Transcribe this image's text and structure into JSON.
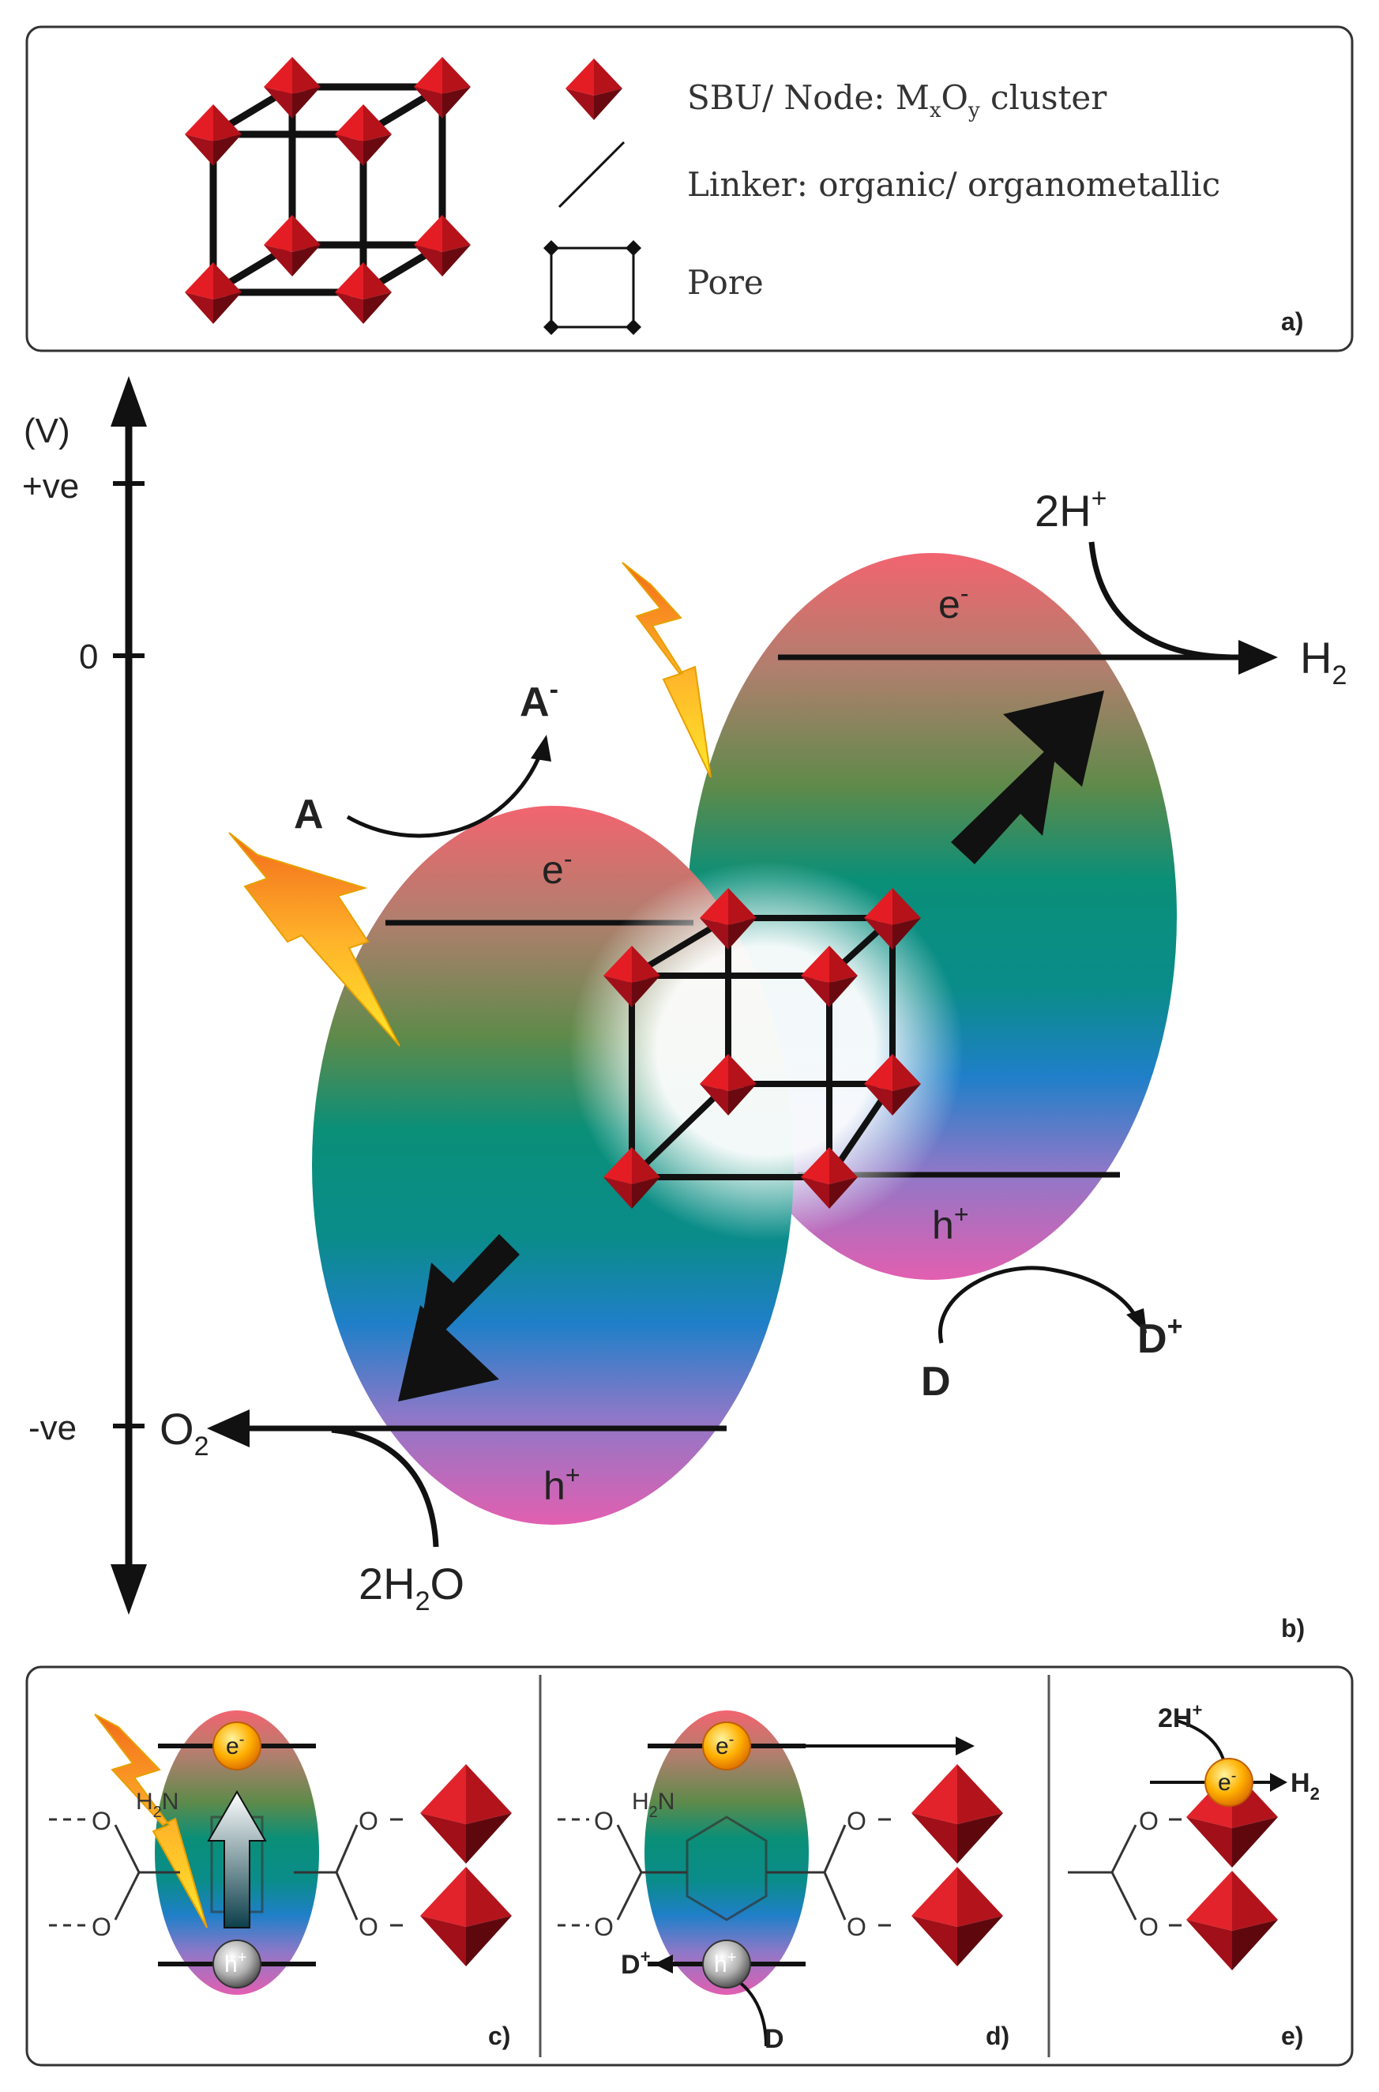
{
  "panel_a": {
    "legend_node": {
      "prefix": "SBU/ Node: M",
      "sub1": "x",
      "mid": "O",
      "sub2": "y",
      "suffix": " cluster"
    },
    "legend_linker": "Linker: organic/ organometallic",
    "legend_pore": "Pore",
    "tag": "a)"
  },
  "panel_b": {
    "axis_unit": "(V)",
    "tick_pos": "+ve",
    "tick_zero": "0",
    "tick_neg": "-ve",
    "electron_left": "e",
    "electron_right": "e",
    "hole_left": "h",
    "hole_right": "h",
    "acceptor": "A",
    "acceptor_reduced": "A",
    "donor": "D",
    "donor_oxidized": "D",
    "proton": "2H",
    "hydrogen": "H",
    "hydrogen_sub": "2",
    "oxygen": "O",
    "oxygen_sub": "2",
    "water_a": "2H",
    "water_sub": "2",
    "water_b": "O",
    "tag": "b)",
    "colors": {
      "top": "#f0606a",
      "middle": "#0a8f7c",
      "blue": "#1f7fc8",
      "bottom": "#e060b0",
      "node": "#d0161d"
    }
  },
  "panel_c": {
    "electron": "e",
    "hole": "h",
    "amine": "H",
    "amine_sub": "2",
    "amine_n": "N",
    "tag": "c)"
  },
  "panel_d": {
    "electron": "e",
    "hole": "h",
    "amine": "H",
    "amine_sub": "2",
    "amine_n": "N",
    "donor": "D",
    "donor_oxidized": "D",
    "tag": "d)"
  },
  "panel_e": {
    "electron": "e",
    "proton": "2H",
    "hydrogen": "H",
    "hydrogen_sub": "2",
    "tag": "e)"
  }
}
